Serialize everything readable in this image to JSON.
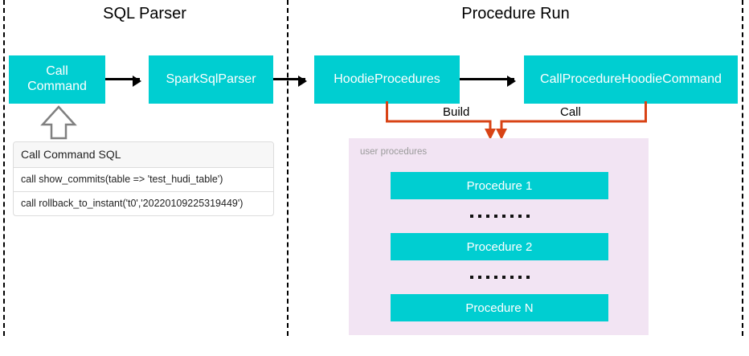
{
  "sections": {
    "left_title": "SQL Parser",
    "right_title": "Procedure Run"
  },
  "flow": {
    "boxes": [
      {
        "id": "call-command",
        "label": "Call\nCommand"
      },
      {
        "id": "spark-sql-parser",
        "label": "SparkSqlParser"
      },
      {
        "id": "hoodie-procedures",
        "label": "HoodieProcedures"
      },
      {
        "id": "call-procedure-hoodie-command",
        "label": "CallProcedureHoodieCommand"
      }
    ],
    "connector_labels": {
      "build": "Build",
      "call": "Call"
    }
  },
  "sql_callout": {
    "header": "Call Command SQL",
    "rows": [
      "call show_commits(table => 'test_hudi_table')",
      "call rollback_to_instant('t0','20220109225319449')"
    ]
  },
  "user_procedures": {
    "label": "user procedures",
    "items": [
      {
        "label": "Procedure 1"
      },
      {
        "label": "Procedure 2"
      },
      {
        "label": "Procedure N"
      }
    ],
    "ellipsis_dot_count": 8
  },
  "colors": {
    "teal": "#00CED1",
    "orange": "#D84315",
    "panel_purple": "#F2E4F3",
    "label_gray": "#9A9A9A",
    "arrow_black": "#000000",
    "hollow_arrow_stroke": "#808080"
  }
}
